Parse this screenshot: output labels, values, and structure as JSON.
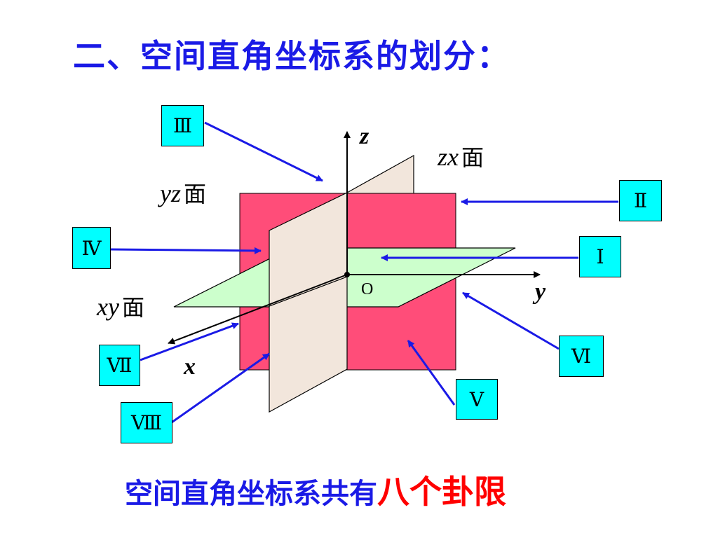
{
  "title": "二、空间直角坐标系的划分：",
  "axes": {
    "x": "x",
    "y": "y",
    "z": "z",
    "origin": "O"
  },
  "planes": {
    "xy": {
      "var": "xy",
      "suffix": "面"
    },
    "yz": {
      "var": "yz",
      "suffix": "面"
    },
    "zx": {
      "var": "zx",
      "suffix": "面"
    }
  },
  "octants": {
    "I": "Ⅰ",
    "II": "Ⅱ",
    "III": "Ⅲ",
    "IV": "Ⅳ",
    "V": "Ⅴ",
    "VI": "Ⅵ",
    "VII": "Ⅶ",
    "VIII": "Ⅷ"
  },
  "conclusion": {
    "text": "空间直角坐标系共有",
    "highlight": "八个卦限"
  },
  "colors": {
    "title": "#1a1ae6",
    "yz_plane": "#ff4d79",
    "xz_plane": "#f2e6dc",
    "xy_plane": "#ccffcc",
    "box": "#00ffff",
    "arrow": "#1a1ae6",
    "highlight": "#ff0000"
  }
}
